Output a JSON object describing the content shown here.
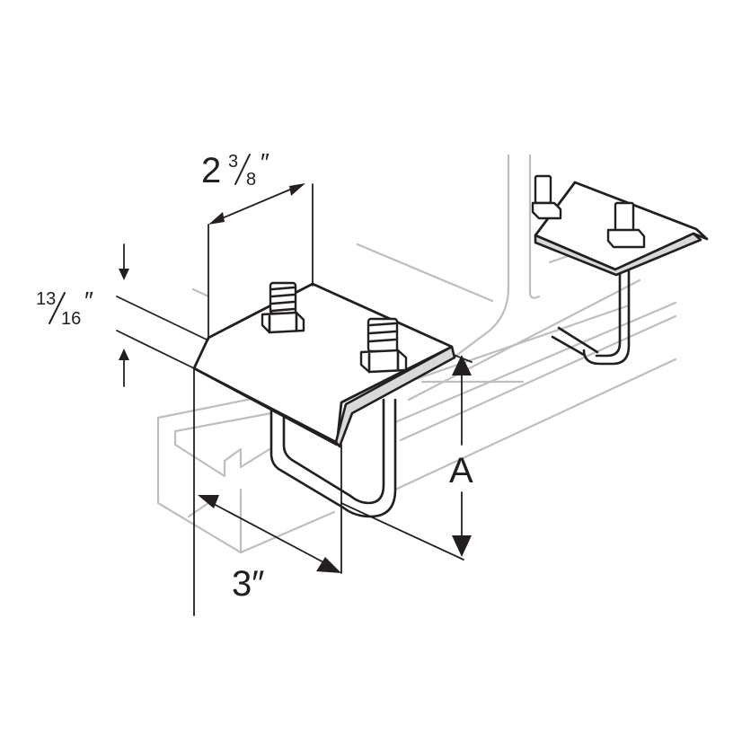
{
  "labels": {
    "width_whole": "2",
    "width_num": "3",
    "width_den": "8",
    "height_num": "13",
    "height_den": "16",
    "inch_mark": "″",
    "length": "3″",
    "depth": "A"
  },
  "colors": {
    "ink": "#231f20",
    "ghost": "#bcbec0",
    "lip": "#d8d9da",
    "background": "#ffffff"
  }
}
